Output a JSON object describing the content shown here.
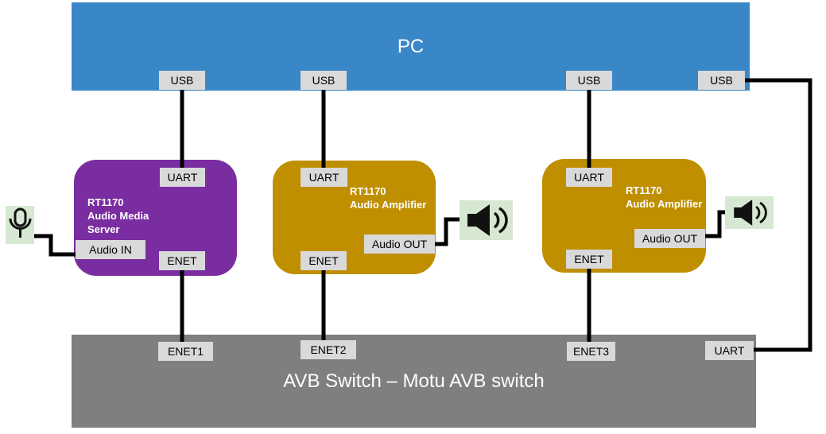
{
  "colors": {
    "pc-blue": "#3A87C8",
    "device-purple": "#7A2DA0",
    "device-gold": "#BF8F00",
    "switch-gray": "#7F7F7F",
    "port-label-bg": "#D9D9D9",
    "io-green": "#D6E8D2",
    "wire-black": "#000000"
  },
  "pc": {
    "label": "PC",
    "ports": [
      "USB",
      "USB",
      "USB",
      "USB"
    ]
  },
  "devices": [
    {
      "name": "RT1170\nAudio Media\nServer",
      "top_port": "UART",
      "bottom_port": "ENET",
      "io_port": "Audio IN",
      "io_device": "microphone"
    },
    {
      "name": "RT1170\nAudio Amplifier",
      "top_port": "UART",
      "bottom_port": "ENET",
      "io_port": "Audio OUT",
      "io_device": "speaker"
    },
    {
      "name": "RT1170\nAudio Amplifier",
      "top_port": "UART",
      "bottom_port": "ENET",
      "io_port": "Audio OUT",
      "io_device": "speaker"
    }
  ],
  "switch": {
    "label": "AVB Switch – Motu AVB switch",
    "ports": [
      "ENET1",
      "ENET2",
      "ENET3",
      "UART"
    ]
  }
}
